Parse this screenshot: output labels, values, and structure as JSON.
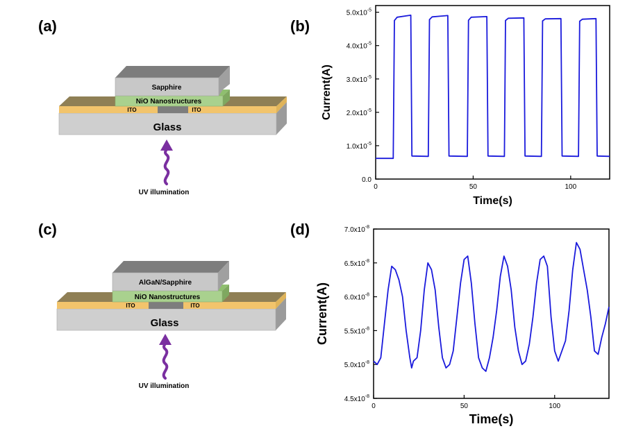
{
  "panels": {
    "a": "(a)",
    "b": "(b)",
    "c": "(c)",
    "d": "(d)"
  },
  "diagram_a": {
    "top_layer": "Sapphire",
    "middle_layer": "NiO Nanostructures",
    "electrode_left": "ITO",
    "electrode_right": "ITO",
    "substrate": "Glass",
    "illumination": "UV illumination"
  },
  "diagram_c": {
    "top_layer": "AlGaN/Sapphire",
    "middle_layer": "NiO Nanostructures",
    "electrode_left": "ITO",
    "electrode_right": "ITO",
    "substrate": "Glass",
    "illumination": "UV illumination"
  },
  "colors": {
    "series": "#1a1adc",
    "top_layer": "#c8c8c8",
    "nio_layer": "#a9d18e",
    "ito": "#f2c46c",
    "electrode_dark": "#8f7f55",
    "glass": "#cfcfcf",
    "arrow": "#7a2fa0"
  },
  "chart_data": [
    {
      "type": "line",
      "xlabel": "Time(s)",
      "ylabel": "Current(A)",
      "xlim": [
        0,
        120
      ],
      "ylim": [
        0,
        5.2e-05
      ],
      "xticks": [
        "0",
        "50",
        "100"
      ],
      "xtick_values": [
        0,
        50,
        100
      ],
      "yticks": [
        "0.0",
        "1.0x10",
        "2.0x10",
        "3.0x10",
        "4.0x10",
        "5.0x10"
      ],
      "ytick_exponents": [
        "",
        "-5",
        "-5",
        "-5",
        "-5",
        "-5"
      ],
      "ytick_values": [
        0,
        1e-05,
        2e-05,
        3e-05,
        4e-05,
        5e-05
      ],
      "series": [
        {
          "x": [
            0,
            9,
            9.6,
            11,
            18,
            18.6,
            27,
            27.6,
            29,
            37,
            37.6,
            47,
            47.6,
            49,
            57,
            57.6,
            66,
            66.6,
            68,
            76,
            76.6,
            85,
            85.6,
            87,
            95,
            95.6,
            104,
            104.6,
            106,
            113,
            113.6,
            120
          ],
          "y": [
            6.2e-06,
            6.2e-06,
            4.75e-05,
            4.85e-05,
            4.91e-05,
            6.9e-06,
            6.8e-06,
            4.78e-05,
            4.86e-05,
            4.9e-05,
            6.9e-06,
            6.8e-06,
            4.76e-05,
            4.85e-05,
            4.87e-05,
            6.9e-06,
            6.8e-06,
            4.75e-05,
            4.82e-05,
            4.83e-05,
            6.9e-06,
            6.8e-06,
            4.74e-05,
            4.8e-05,
            4.81e-05,
            6.9e-06,
            6.8e-06,
            4.73e-05,
            4.79e-05,
            4.81e-05,
            6.9e-06,
            6.8e-06
          ]
        }
      ]
    },
    {
      "type": "line",
      "xlabel": "Time(s)",
      "ylabel": "Current(A)",
      "xlim": [
        0,
        130
      ],
      "ylim": [
        4.5e-08,
        7e-08
      ],
      "xticks": [
        "0",
        "50",
        "100"
      ],
      "xtick_values": [
        0,
        50,
        100
      ],
      "yticks": [
        "4.5x10",
        "5.0x10",
        "5.5x10",
        "6.0x10",
        "6.5x10",
        "7.0x10"
      ],
      "ytick_exponents": [
        "-8",
        "-8",
        "-8",
        "-8",
        "-8",
        "-8"
      ],
      "ytick_values": [
        4.5e-08,
        5e-08,
        5.5e-08,
        6e-08,
        6.5e-08,
        7e-08
      ],
      "series": [
        {
          "x": [
            0,
            2,
            4,
            6,
            8,
            10,
            12,
            14,
            16,
            18,
            20,
            21,
            22,
            24,
            26,
            28,
            30,
            32,
            34,
            36,
            38,
            40,
            42,
            44,
            46,
            48,
            50,
            52,
            54,
            56,
            58,
            60,
            62,
            64,
            66,
            68,
            70,
            72,
            74,
            76,
            78,
            80,
            82,
            84,
            86,
            88,
            90,
            92,
            94,
            96,
            98,
            100,
            102,
            104,
            106,
            108,
            110,
            112,
            114,
            116,
            118,
            120,
            122,
            124,
            126,
            128,
            130
          ],
          "y": [
            5.05e-08,
            5e-08,
            5.1e-08,
            5.6e-08,
            6.1e-08,
            6.45e-08,
            6.4e-08,
            6.25e-08,
            6e-08,
            5.5e-08,
            5.1e-08,
            4.95e-08,
            5.05e-08,
            5.1e-08,
            5.5e-08,
            6.1e-08,
            6.5e-08,
            6.4e-08,
            6.1e-08,
            5.55e-08,
            5.1e-08,
            4.95e-08,
            5e-08,
            5.2e-08,
            5.7e-08,
            6.2e-08,
            6.55e-08,
            6.6e-08,
            6.2e-08,
            5.6e-08,
            5.1e-08,
            4.95e-08,
            4.9e-08,
            5.1e-08,
            5.4e-08,
            5.8e-08,
            6.3e-08,
            6.6e-08,
            6.45e-08,
            6.1e-08,
            5.55e-08,
            5.2e-08,
            5e-08,
            5.05e-08,
            5.3e-08,
            5.7e-08,
            6.2e-08,
            6.55e-08,
            6.6e-08,
            6.45e-08,
            5.7e-08,
            5.2e-08,
            5.05e-08,
            5.2e-08,
            5.35e-08,
            5.8e-08,
            6.4e-08,
            6.8e-08,
            6.7e-08,
            6.4e-08,
            6.1e-08,
            5.7e-08,
            5.2e-08,
            5.15e-08,
            5.4e-08,
            5.6e-08,
            5.85e-08
          ]
        }
      ]
    }
  ]
}
